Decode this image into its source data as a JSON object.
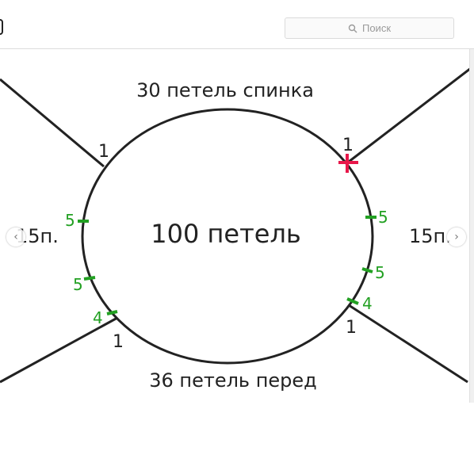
{
  "search": {
    "placeholder": "Поиск"
  },
  "diagram": {
    "center_label": "100 петель",
    "top_label": "30 петель спинка",
    "bottom_label": "36 петель перед",
    "left_side_label": "15п.",
    "right_side_label": "15п.",
    "raglan_top_left": "1",
    "raglan_top_right": "1",
    "raglan_bottom_left": "1",
    "raglan_bottom_right": "1",
    "marks_left": [
      "5",
      "5",
      "4"
    ],
    "marks_right": [
      "5",
      "5",
      "4"
    ]
  },
  "colors": {
    "line": "#222222",
    "marker_green": "#22a022",
    "marker_red": "#e8174a"
  },
  "navigation": {
    "prev_icon": "chevron-left-icon",
    "next_icon": "chevron-right-icon"
  }
}
